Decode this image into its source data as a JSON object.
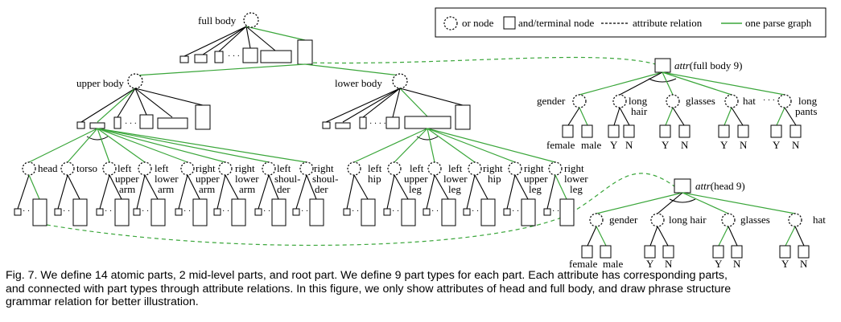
{
  "legend": {
    "or_node": "or node",
    "and_node": "and/terminal node",
    "attribute": "attribute relation",
    "parse": "one parse graph"
  },
  "colors": {
    "parse_graph": "#3aa63a",
    "edge": "#000000"
  },
  "nodes": {
    "full_body": "full body",
    "upper_body": "upper body",
    "lower_body": "lower body",
    "head": "head",
    "torso": "torso",
    "left_upper_arm": [
      "left",
      "upper",
      "arm"
    ],
    "left_lower_arm": [
      "left",
      "lower",
      "arm"
    ],
    "right_upper_arm": [
      "right",
      "upper",
      "arm"
    ],
    "right_lower_arm": [
      "right",
      "lower",
      "arm"
    ],
    "left_shoulder": [
      "left",
      "shoul-",
      "der"
    ],
    "right_shoulder": [
      "right",
      "shoul-",
      "der"
    ],
    "left_hip": [
      "left",
      "hip"
    ],
    "left_upper_leg": [
      "left",
      "upper",
      "leg"
    ],
    "left_lower_leg": [
      "left",
      "lower",
      "leg"
    ],
    "right_hip": [
      "right",
      "hip"
    ],
    "right_upper_leg": [
      "right",
      "upper",
      "leg"
    ],
    "right_lower_leg": [
      "right",
      "lower",
      "leg"
    ]
  },
  "attr_full_body": {
    "title_italic": "attr",
    "title_rest": "(full body 9)",
    "gender": "gender",
    "long_hair": [
      "long",
      "hair"
    ],
    "glasses": "glasses",
    "hat": "hat",
    "long_pants": [
      "long",
      "pants"
    ],
    "female": "female",
    "male": "male",
    "yes": "Y",
    "no": "N"
  },
  "attr_head": {
    "title_italic": "attr",
    "title_rest": "(head 9)",
    "gender": "gender",
    "long_hair": "long hair",
    "glasses": "glasses",
    "hat": "hat",
    "female": "female",
    "male": "male",
    "yes": "Y",
    "no": "N"
  },
  "ellipsis": "· · · ·",
  "caption": [
    "Fig. 7.  We define 14 atomic parts, 2 mid-level parts, and root part. We define 9 part types for each part. Each attribute has corresponding parts,",
    "and connected with part types through attribute relations. In this figure, we only show attributes of head and full body, and draw phrase structure",
    "grammar relation for better illustration."
  ]
}
